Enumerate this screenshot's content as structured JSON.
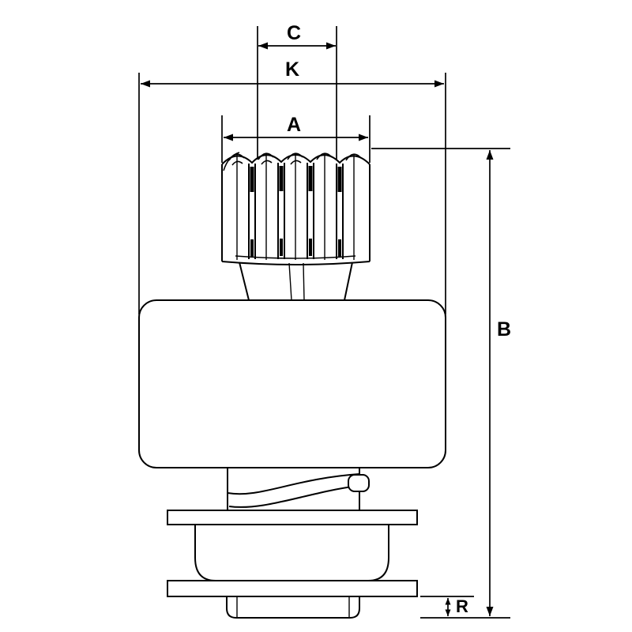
{
  "colors": {
    "background": "#ffffff",
    "line": "#000000"
  },
  "dimensions": {
    "c": {
      "label": "C"
    },
    "k": {
      "label": "K"
    },
    "a": {
      "label": "A"
    },
    "b": {
      "label": "B"
    },
    "r": {
      "label": "R"
    }
  }
}
